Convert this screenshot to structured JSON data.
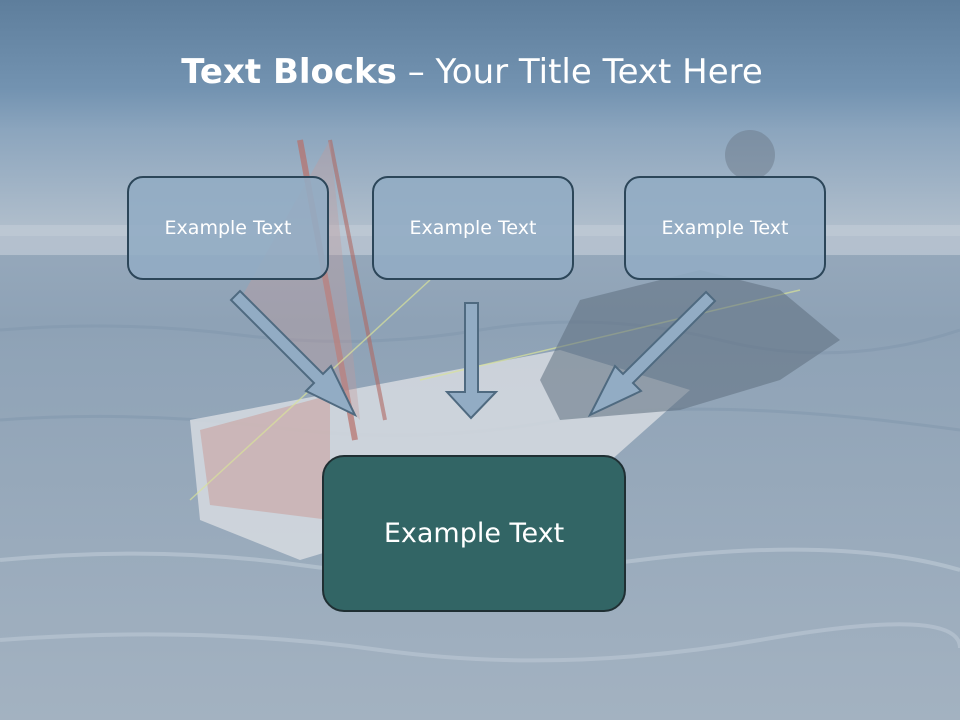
{
  "slide": {
    "title_bold": "Text Blocks",
    "title_rest": "– Your Title Text Here",
    "boxes": [
      "Example Text",
      "Example Text",
      "Example Text"
    ],
    "main_box": "Example Text"
  },
  "colors": {
    "header": "#6f8fac",
    "box_fill": "#92acc4",
    "box_border": "#2c4659",
    "main_fill": "#326565",
    "arrow_fill": "#92acc4"
  },
  "icons": [
    "arrow-down-right-icon",
    "arrow-down-icon",
    "arrow-down-left-icon"
  ]
}
